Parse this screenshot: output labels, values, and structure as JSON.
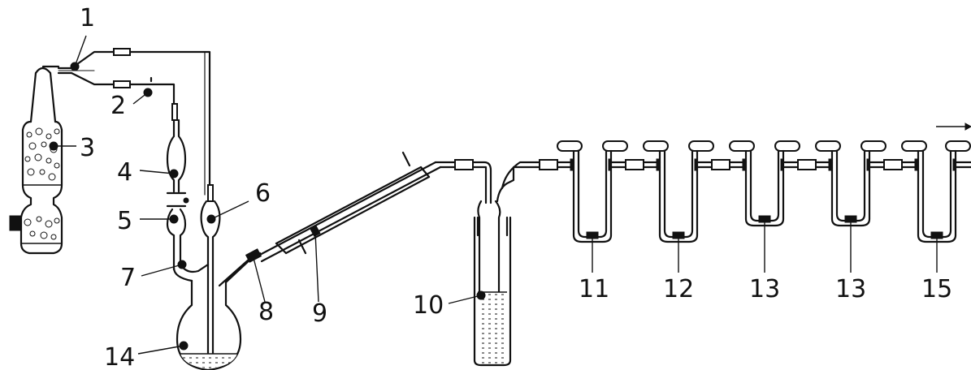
{
  "labels": {
    "l1": "1",
    "l2": "2",
    "l3": "3",
    "l4": "4",
    "l5": "5",
    "l6": "6",
    "l7": "7",
    "l8": "8",
    "l9": "9",
    "l10": "10",
    "l11": "11",
    "l12": "12",
    "l13a": "13",
    "l13b": "13",
    "l14": "14",
    "l15": "15"
  }
}
